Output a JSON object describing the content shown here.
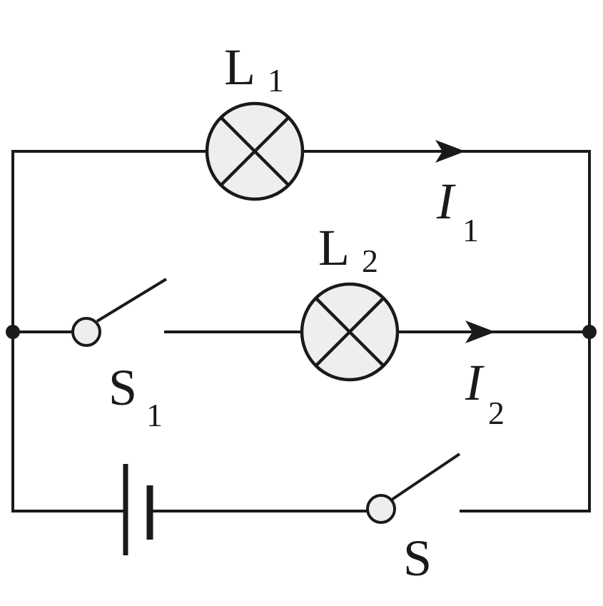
{
  "labels": {
    "lamp1": {
      "main": "L",
      "sub": "1"
    },
    "lamp2": {
      "main": "L",
      "sub": "2"
    },
    "current1": {
      "main": "I",
      "sub": "1"
    },
    "current2": {
      "main": "I",
      "sub": "2"
    },
    "switch1": {
      "main": "S",
      "sub": "1"
    },
    "switch_main": {
      "main": "S"
    }
  },
  "colors": {
    "line": "#1a1a1a",
    "component_fill": "#eeeeee",
    "background": "#ffffff"
  }
}
